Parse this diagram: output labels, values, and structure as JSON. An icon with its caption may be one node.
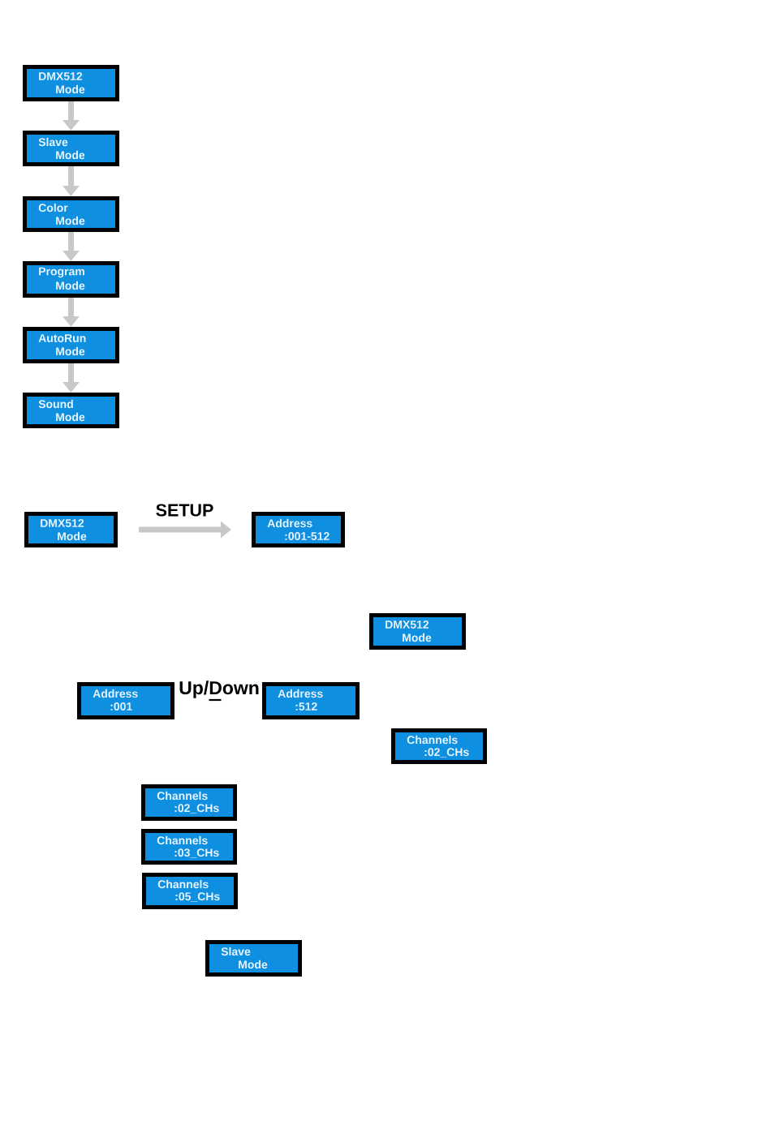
{
  "diagram": {
    "nodes": [
      {
        "text": [
          "DMX512",
          "Mode"
        ]
      },
      {
        "text": [
          "Slave",
          "Mode"
        ]
      },
      {
        "text": [
          "Color",
          "Mode"
        ]
      },
      {
        "text": [
          "Program",
          "Mode"
        ]
      },
      {
        "text": [
          "AutoRun",
          "Mode"
        ]
      },
      {
        "text": [
          "Sound",
          "Mode"
        ]
      },
      {
        "text": [
          "DMX512",
          "Mode"
        ]
      },
      {
        "text": [
          "Address",
          ":001-512"
        ]
      },
      {
        "text": [
          "DMX512",
          "Mode"
        ]
      },
      {
        "text": [
          "Address",
          ":001"
        ]
      },
      {
        "text": [
          "Address",
          ":512"
        ]
      },
      {
        "text": [
          "Channels",
          ":02_CHs"
        ]
      },
      {
        "text": [
          "Channels",
          ":02_CHs"
        ]
      },
      {
        "text": [
          "Channels",
          ":03_CHs"
        ]
      },
      {
        "text": [
          "Channels",
          ":05_CHs"
        ]
      },
      {
        "text": [
          "Slave",
          "Mode"
        ]
      }
    ],
    "edges": [
      {
        "from": 0,
        "to": 1,
        "arrow": "to"
      },
      {
        "from": 1,
        "to": 2,
        "arrow": "to"
      },
      {
        "from": 2,
        "to": 3,
        "arrow": "to"
      },
      {
        "from": 3,
        "to": 4,
        "arrow": "to"
      },
      {
        "from": 4,
        "to": 5,
        "arrow": "to"
      },
      {
        "from": 6,
        "to": 7,
        "arrow": "to",
        "label": "SETUP"
      }
    ],
    "labels": [
      "Up/Down"
    ]
  }
}
